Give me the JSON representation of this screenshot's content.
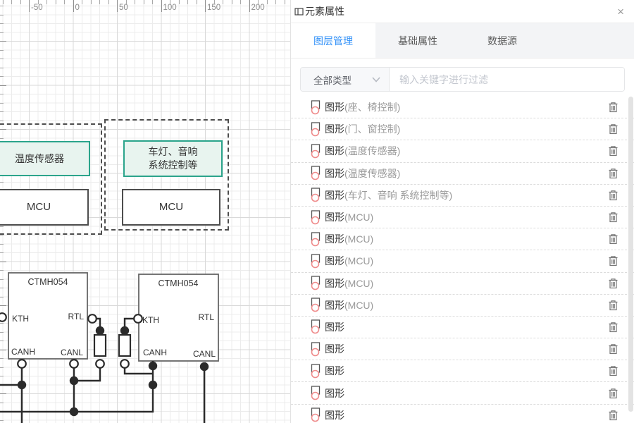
{
  "canvas": {
    "ruler": {
      "labels": [
        "-50",
        "0",
        "50",
        "100",
        "150",
        "200"
      ]
    },
    "groups": {
      "left": {
        "sensor": "温度传感器",
        "mcu": "MCU"
      },
      "right": {
        "sensor_line1": "车灯、音响",
        "sensor_line2": "系统控制等",
        "mcu": "MCU"
      }
    },
    "chips": {
      "left": {
        "title": "CTMH054",
        "pin_kth": "KTH",
        "pin_rtl": "RTL",
        "pin_canh": "CANH",
        "pin_canl": "CANL"
      },
      "right": {
        "title": "CTMH054",
        "pin_kth": "KTH",
        "pin_rtl": "RTL",
        "pin_canh": "CANH",
        "pin_canl": "CANL"
      }
    },
    "colors": {
      "sensor_border": "#2ba48b",
      "sensor_fill": "#e8f4ef",
      "wire": "#2b2b2b"
    }
  },
  "panel": {
    "title": "元素属性",
    "close_icon": "×",
    "tabs": [
      {
        "label": "图层管理",
        "active": true
      },
      {
        "label": "基础属性",
        "active": false
      },
      {
        "label": "数据源",
        "active": false
      }
    ],
    "filter": {
      "type_dropdown": "全部类型",
      "placeholder": "输入关键字进行过滤"
    },
    "layers": [
      {
        "label": "图形",
        "detail": "(座、椅控制)"
      },
      {
        "label": "图形",
        "detail": "(门、窗控制)"
      },
      {
        "label": "图形",
        "detail": "(温度传感器)"
      },
      {
        "label": "图形",
        "detail": "(温度传感器)"
      },
      {
        "label": "图形",
        "detail": "(车灯、音响 系统控制等)"
      },
      {
        "label": "图形",
        "detail": "(MCU)"
      },
      {
        "label": "图形",
        "detail": "(MCU)"
      },
      {
        "label": "图形",
        "detail": "(MCU)"
      },
      {
        "label": "图形",
        "detail": "(MCU)"
      },
      {
        "label": "图形",
        "detail": "(MCU)"
      },
      {
        "label": "图形",
        "detail": ""
      },
      {
        "label": "图形",
        "detail": ""
      },
      {
        "label": "图形",
        "detail": ""
      },
      {
        "label": "图形",
        "detail": ""
      },
      {
        "label": "图形",
        "detail": ""
      }
    ]
  }
}
